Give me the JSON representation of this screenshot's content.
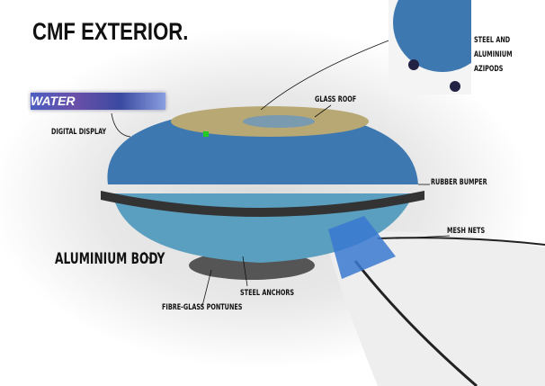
{
  "title": "CMF EXTERIOR.",
  "display_text": "WATER",
  "labels": {
    "azipods": [
      "STEEL AND",
      "ALUMINIUM",
      "AZIPODS"
    ],
    "glass_roof": "GLASS ROOF",
    "digital_display": "DIGITAL DISPLAY",
    "rubber_bumper": "RUBBER BUMPER",
    "mesh_nets": "MESH NETS",
    "aluminium_body": "ALUMINIUM BODY",
    "steel_anchors": "STEEL ANCHORS",
    "pontunes": "FIBRE-GLASS PONTUNES"
  },
  "colors": {
    "hull": "#3f7fb8",
    "bumper": "#333333",
    "lower": "#5aa0c0"
  }
}
